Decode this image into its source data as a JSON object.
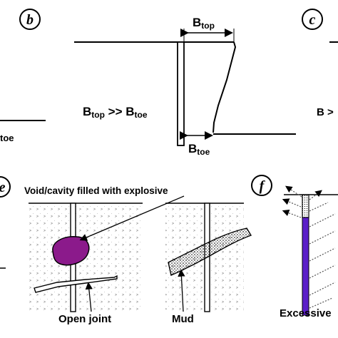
{
  "panels": {
    "b": {
      "circle_label": "b",
      "btop_main": "B",
      "btop_sub": "top",
      "relation_b1": "B",
      "relation_b1_sub": "top",
      "relation_mid": " >> ",
      "relation_b2": "B",
      "relation_b2_sub": "toe",
      "btoe_main": "B",
      "btoe_sub": "toe"
    },
    "a_partial": {
      "toe_fragment": "toe"
    },
    "c": {
      "circle_label": "c",
      "relation_fragment": "B >"
    },
    "e": {
      "circle_label": "e",
      "void_label": "Void/cavity filled with explosive",
      "joint_label": "Open joint",
      "mud_label": "Mud"
    },
    "f": {
      "circle_label": "f",
      "caption_fragment": "Excessive"
    }
  },
  "colors": {
    "explosive_void": "#8B1A8B",
    "stemming_column": "#5B1FC9",
    "line": "#000000",
    "rock_dots": "#555555"
  }
}
